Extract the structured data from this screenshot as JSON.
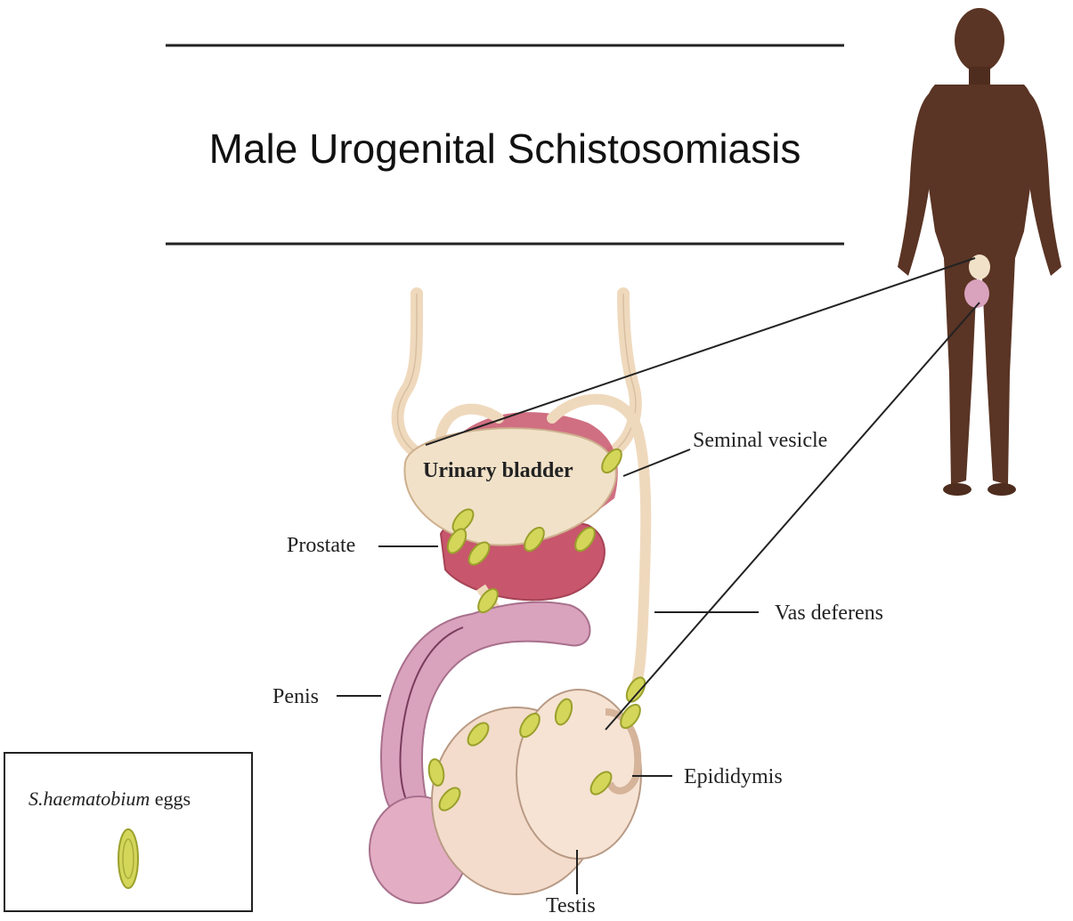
{
  "title": "Male Urogenital Schistosomiasis",
  "labels": {
    "urinary_bladder": "Urinary bladder",
    "seminal_vesicle": "Seminal vesicle",
    "prostate": "Prostate",
    "vas_deferens": "Vas deferens",
    "penis": "Penis",
    "epididymis": "Epididymis",
    "testis": "Testis"
  },
  "legend": {
    "species": "S.haematobium",
    "suffix": " eggs"
  },
  "colors": {
    "skin": "#5a3424",
    "bladder": "#f1e1c8",
    "prostate": "#c8566c",
    "penis": "#d9a2bd",
    "testis": "#f3dccb",
    "duct": "#efd9bd",
    "egg": "#d4d65a",
    "egg_outline": "#9aa02c"
  }
}
